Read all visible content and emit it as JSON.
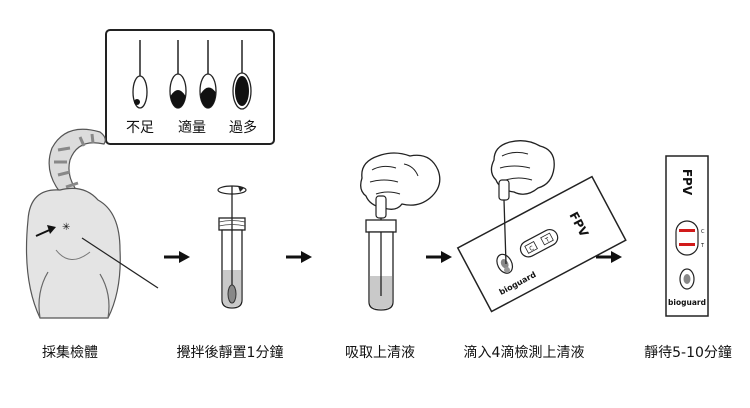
{
  "swab_amount": {
    "labels": [
      "不足",
      "適量",
      "過多"
    ]
  },
  "steps": [
    {
      "label": "採集檢體"
    },
    {
      "label": "攪拌後靜置1分鐘"
    },
    {
      "label": "吸取上清液"
    },
    {
      "label": "滴入4滴檢測上清液"
    },
    {
      "label": "靜待5-10分鐘"
    }
  ],
  "test_device": {
    "name": "FPV",
    "brand": "bioguard",
    "c_mark": "C",
    "t_mark": "T"
  },
  "colors": {
    "line": "#222222",
    "result_line": "#d11a1a",
    "liquid": "#c9c9c9",
    "cat_fur": "#dcdcdc"
  }
}
